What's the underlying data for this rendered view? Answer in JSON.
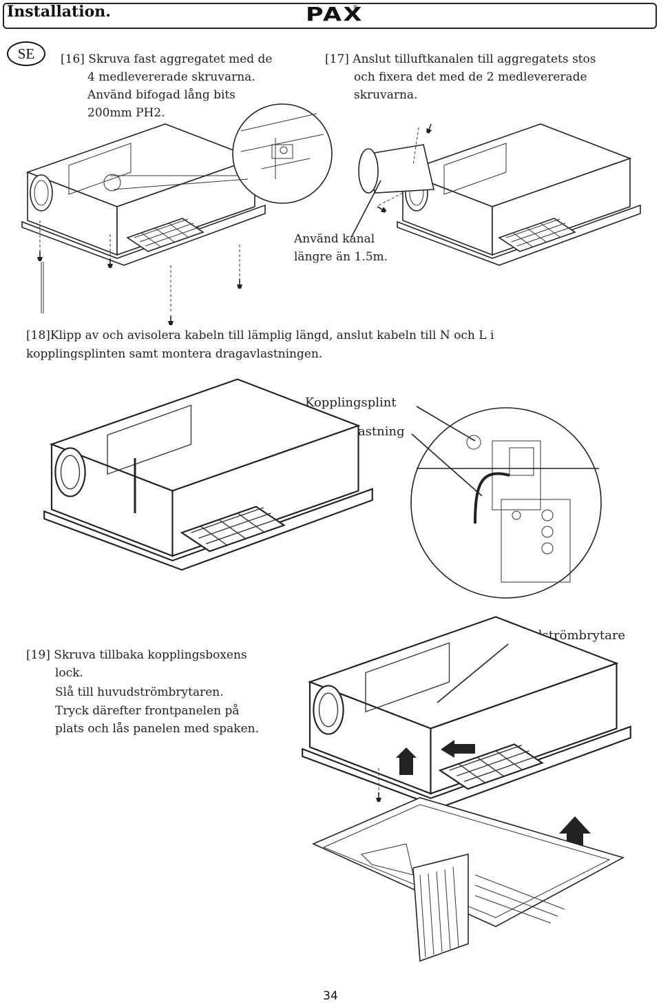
{
  "header": {
    "title": "Installation.",
    "brand": "PAX",
    "brand_mark": "®"
  },
  "language_badge": "SE",
  "steps": {
    "s16": {
      "lines": [
        "[16] Skruva fast aggregatet med de",
        "4 medlevererade skruvarna.",
        "Använd bifogad lång bits",
        "200mm PH2."
      ]
    },
    "s17": {
      "lines": [
        "[17] Anslut tilluftkanalen till aggregatets stos",
        "och fixera det med de 2 medlevererade",
        "skruvarna."
      ]
    },
    "duct_note": [
      "Använd kanal",
      "längre än 1.5m."
    ],
    "s18": {
      "lines": [
        "[18]Klipp av och avisolera kabeln till lämplig längd, anslut kabeln till N och L i",
        "kopplingsplinten samt montera dragavlastningen."
      ]
    },
    "s19": {
      "lines": [
        "[19] Skruva tillbaka kopplingsboxens",
        "lock.",
        "Slå till huvudströmbrytaren.",
        "Tryck därefter frontpanelen på",
        "plats och lås panelen med spaken."
      ]
    }
  },
  "callouts": {
    "terminal_block": "Kopplingsplint",
    "strain_relief": "Dragavlastning",
    "main_switch": "Huvudströmbrytare"
  },
  "page_number": "34"
}
